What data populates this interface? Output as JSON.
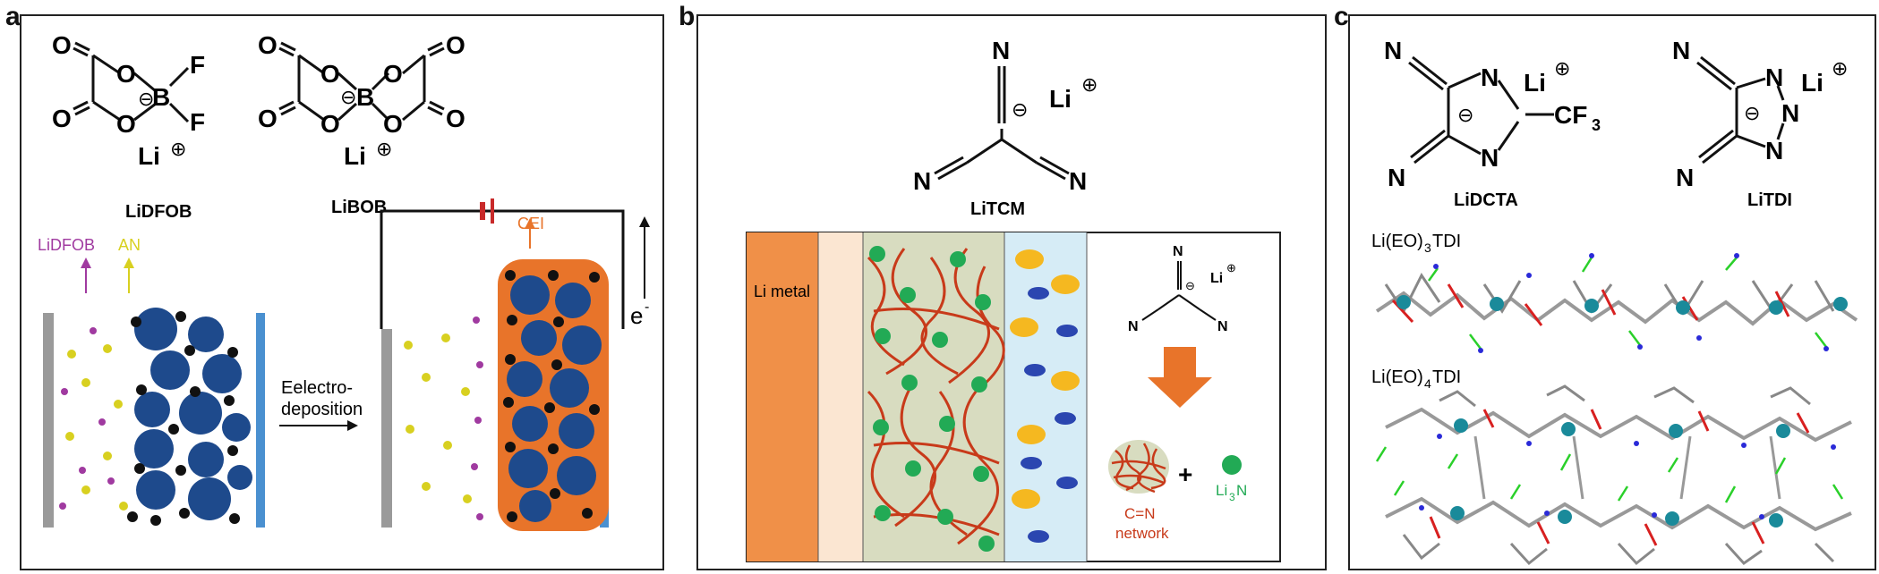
{
  "panels": {
    "a": {
      "label": "a",
      "molecules": [
        {
          "name": "LiDFOB",
          "atoms": {
            "o1": "O",
            "o2": "O",
            "o3": "O",
            "o4": "O",
            "b": "B",
            "f1": "F",
            "f2": "F",
            "li": "Li"
          }
        },
        {
          "name": "LiBOB",
          "atoms": {
            "o1": "O",
            "o2": "O",
            "o3": "O",
            "o4": "O",
            "o5": "O",
            "o6": "O",
            "o7": "O",
            "o8": "O",
            "b": "B",
            "li": "Li"
          }
        }
      ],
      "charge_minus": "⊖",
      "charge_plus": "⊕",
      "legend_lidfob": "LiDFOB",
      "legend_an": "AN",
      "process_label_line1": "Eelectro-",
      "process_label_line2": "deposition",
      "cei_label": "CEI",
      "electron_label": "e",
      "electron_sup": "-"
    },
    "b": {
      "label": "b",
      "molecule": {
        "name": "LiTCM",
        "n1": "N",
        "n2": "N",
        "n3": "N",
        "li": "Li"
      },
      "li_metal_label": "Li metal",
      "inset_molecule": {
        "n1": "N",
        "n2": "N",
        "n3": "N",
        "li": "Li"
      },
      "network_line1": "C=N",
      "network_line2": "network",
      "plus_sign": "+",
      "li3n_prefix": "Li",
      "li3n_sub": "3",
      "li3n_suffix": "N"
    },
    "c": {
      "label": "c",
      "molecules": [
        {
          "name": "LiDCTA",
          "n_cyano1": "N",
          "n_cyano2": "N",
          "n_ring1": "N",
          "n_ring2": "N",
          "cf3": "CF",
          "cf3_sub": "3",
          "li": "Li"
        },
        {
          "name": "LiTDI",
          "n_cyano1": "N",
          "n_cyano2": "N",
          "n_ring1": "N",
          "n_ring2": "N",
          "n_ring3": "N",
          "li": "Li"
        }
      ],
      "structure1_prefix": "Li(EO)",
      "structure1_sub": "3",
      "structure1_suffix": "TDI",
      "structure2_prefix": "Li(EO)",
      "structure2_sub": "4",
      "structure2_suffix": "TDI"
    }
  },
  "colors": {
    "lidfob_purple": "#a03aa0",
    "an_yellow": "#d8d020",
    "particle_blue": "#1e4a8c",
    "electrode_blue": "#4a90d0",
    "electrode_gray": "#9a9a9a",
    "cei_orange": "#e8742a",
    "li_metal_orange": "#f09048",
    "network_red": "#c83a1a",
    "li3n_green": "#22aa55",
    "crystal_teal": "#1a8a9a"
  }
}
